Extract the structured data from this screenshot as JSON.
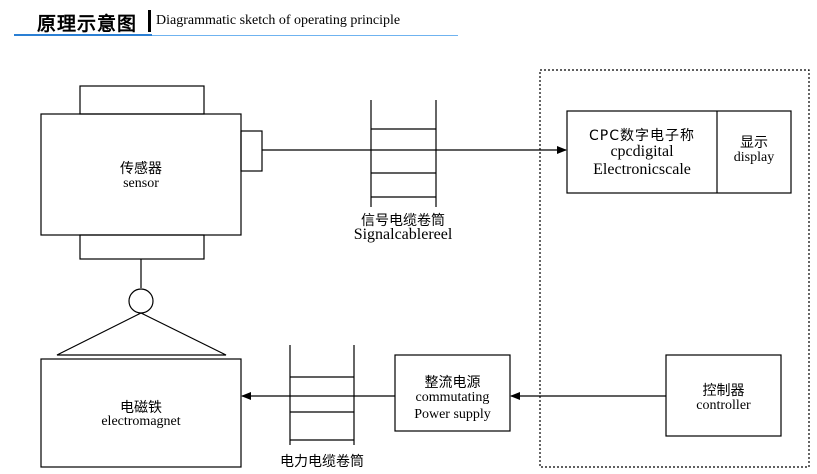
{
  "header": {
    "title_cn": "原理示意图",
    "title_en": "Diagrammatic sketch  of operating  principle",
    "accent_color": "#2a7fd4"
  },
  "sensor": {
    "cn": "传感器",
    "en": "sensor"
  },
  "electromagnet": {
    "cn": "电磁铁",
    "en": "electromagnet"
  },
  "signal_reel": {
    "cn": "信号电缆卷筒",
    "en": "Signalcablereel"
  },
  "power_reel": {
    "cn": "电力电缆卷筒"
  },
  "scale": {
    "line1": "CPC数字电子称",
    "line2": "cpcdigital",
    "line3": "Electronicscale"
  },
  "display": {
    "cn": "显示",
    "en": "display"
  },
  "power_supply": {
    "cn": "整流电源",
    "en1": "commutating",
    "en2": "Power supply"
  },
  "controller": {
    "cn": "控制器",
    "en": "controller"
  }
}
